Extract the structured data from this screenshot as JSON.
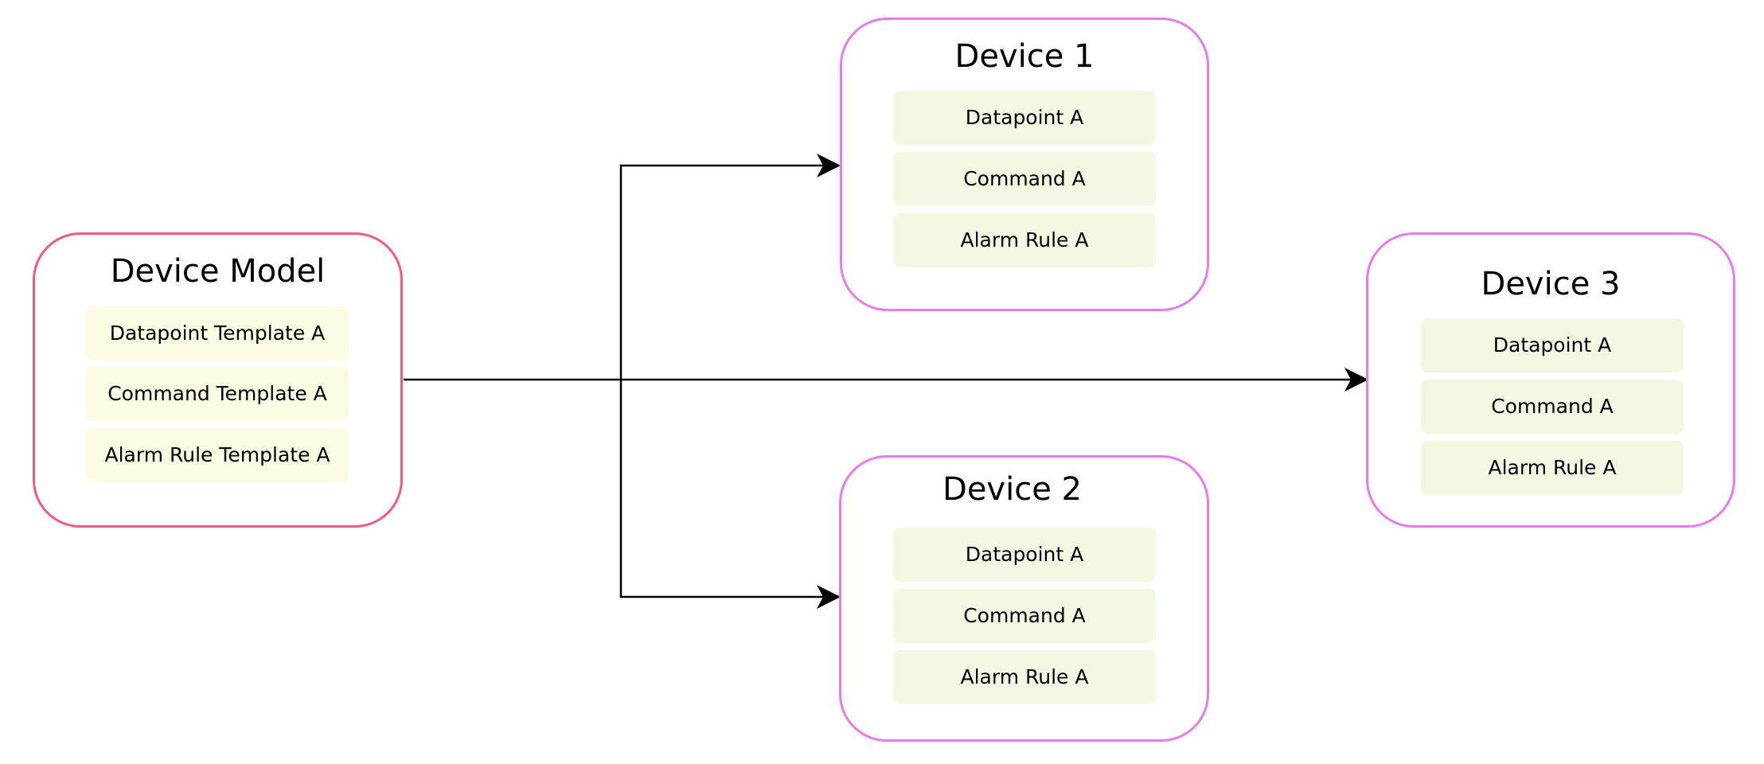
{
  "diagram": {
    "colors": {
      "model_border": "#ef5a84",
      "device_border": "#e97ae9",
      "model_item_fill": "#fcfbe4",
      "device_item_fill": "#f3f8e3",
      "connector": "#000000"
    },
    "nodes": {
      "device_model": {
        "title": "Device Model",
        "items": [
          "Datapoint Template A",
          "Command Template A",
          "Alarm Rule Template A"
        ]
      },
      "device_1": {
        "title": "Device 1",
        "items": [
          "Datapoint A",
          "Command A",
          "Alarm Rule A"
        ]
      },
      "device_2": {
        "title": "Device 2",
        "items": [
          "Datapoint A",
          "Command A",
          "Alarm Rule A"
        ]
      },
      "device_3": {
        "title": "Device 3",
        "items": [
          "Datapoint A",
          "Command A",
          "Alarm Rule A"
        ]
      }
    },
    "edges": [
      {
        "from": "Device Model",
        "to": "Device 1"
      },
      {
        "from": "Device Model",
        "to": "Device 2"
      },
      {
        "from": "Device Model",
        "to": "Device 3"
      }
    ]
  }
}
